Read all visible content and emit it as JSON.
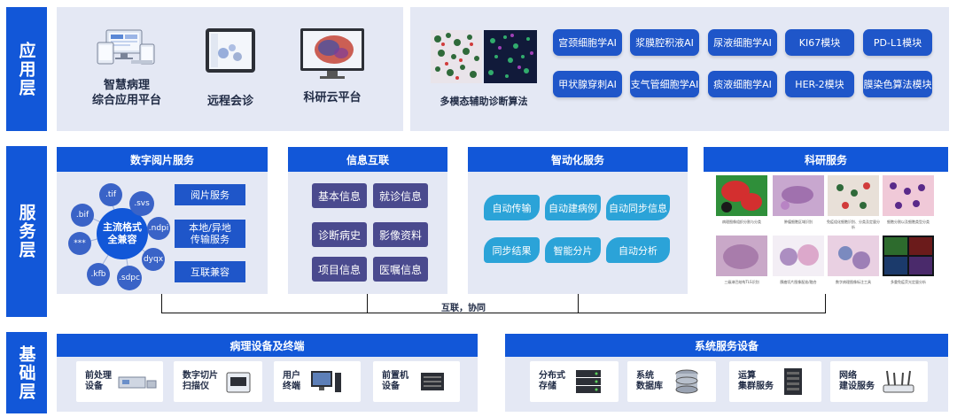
{
  "layers": {
    "app": "应用层",
    "service": "服务层",
    "base": "基础层"
  },
  "app_layer": {
    "platforms": [
      {
        "name": "智慧病理\n综合应用平台",
        "icon": "multi-device-icon"
      },
      {
        "name": "远程会诊",
        "icon": "tablet-icon"
      },
      {
        "name": "科研云平台",
        "icon": "monitor-icon"
      }
    ],
    "algorithm_label": "多模态辅助诊断算法",
    "ai_modules_row1": [
      "宫颈细胞学AI",
      "浆膜腔积液AI",
      "尿液细胞学AI",
      "KI67模块",
      "PD-L1模块"
    ],
    "ai_modules_row2": [
      "甲状腺穿刺AI",
      "支气管细胞学AI",
      "痰液细胞学AI",
      "HER-2模块",
      "膜染色算法模块"
    ]
  },
  "service_layer": {
    "digital_reading": {
      "title": "数字阅片服务",
      "center": "主流格式\n全兼容",
      "formats": [
        ".tif",
        ".svs",
        ".ndpi",
        "dyqx",
        ".sdpc",
        ".kfb",
        "***",
        ".bif"
      ],
      "buttons": [
        "阅片服务",
        "本地/异地\n传输服务",
        "互联兼容"
      ]
    },
    "info_interconnect": {
      "title": "信息互联",
      "buttons": [
        "基本信息",
        "就诊信息",
        "诊断病史",
        "影像资料",
        "项目信息",
        "医嘱信息"
      ]
    },
    "automation": {
      "title": "智动化服务",
      "buttons": [
        "自动传输",
        "自动建病例",
        "自动同步信息",
        "同步结果",
        "智能分片",
        "自动分析"
      ]
    },
    "research": {
      "title": "科研服务",
      "captions": [
        "病理图像组织分割与分类",
        "肿瘤细胞区域识别",
        "免疫组化细胞识别、分类及定量分析",
        "细胞分割以及细胞类型分类",
        "三级淋巴结构TLS识别",
        "腺癌切片图像配准/融合",
        "数字病理图像标注工具",
        "多重免疫荧光定量分析"
      ]
    },
    "connector": "互联，协同"
  },
  "base_layer": {
    "devices": {
      "title": "病理设备及终端",
      "items": [
        "前处理\n设备",
        "数字切片\n扫描仪",
        "用户\n终端",
        "前置机\n设备"
      ]
    },
    "system": {
      "title": "系统服务设备",
      "items": [
        "分布式\n存储",
        "系统\n数据库",
        "运算\n集群服务",
        "网络\n建设服务"
      ]
    }
  },
  "colors": {
    "primary_blue": "#1257d8",
    "button_blue": "#1f56c9",
    "navy": "#4a4a8e",
    "cyan": "#2ba3d8",
    "panel_bg": "#e4e8f4"
  }
}
